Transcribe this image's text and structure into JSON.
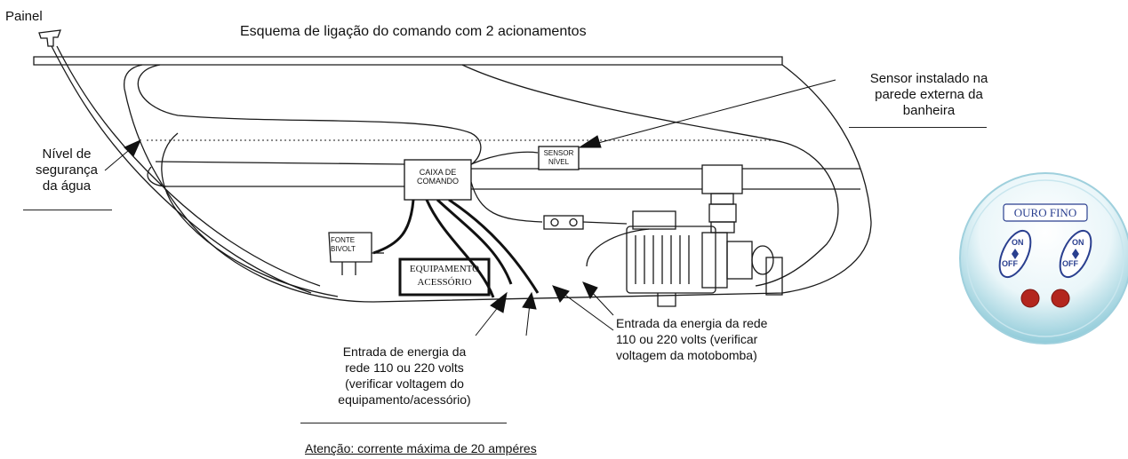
{
  "labels": {
    "painel": "Painel",
    "title": "Esquema de ligação do comando com 2 acionamentos",
    "sensor_note": [
      "Sensor instalado na",
      "parede externa da",
      "banheira"
    ],
    "nivel": [
      "Nível de",
      "segurança",
      "da água"
    ],
    "caixa": [
      "CAIXA DE",
      "COMANDO"
    ],
    "sensor_box": [
      "SENSOR",
      "NÍVEL"
    ],
    "fonte": [
      "FONTE",
      "BIVOLT"
    ],
    "equip": [
      "EQUIPAMENTO",
      "ACESSÓRIO"
    ],
    "entrada_motor": [
      "Entrada da energia da rede",
      "110 ou 220 volts (verificar",
      "voltagem da motobomba)"
    ],
    "entrada_equip": [
      "Entrada de energia da",
      "rede 110 ou 220 volts",
      "(verificar voltagem do",
      "equipamento/acessório)"
    ],
    "atencao": "Atenção: corrente máxima de 20 ampéres"
  },
  "panel": {
    "brand": "OURO FINO",
    "switch1_on": "ON",
    "switch1_off": "OFF",
    "switch2_on": "ON",
    "switch2_off": "OFF",
    "colors": {
      "gradient_top": "#ffffff",
      "gradient_bottom": "#7fc3d3",
      "button": "#b3261e",
      "brand": "#2a3f8f"
    }
  }
}
